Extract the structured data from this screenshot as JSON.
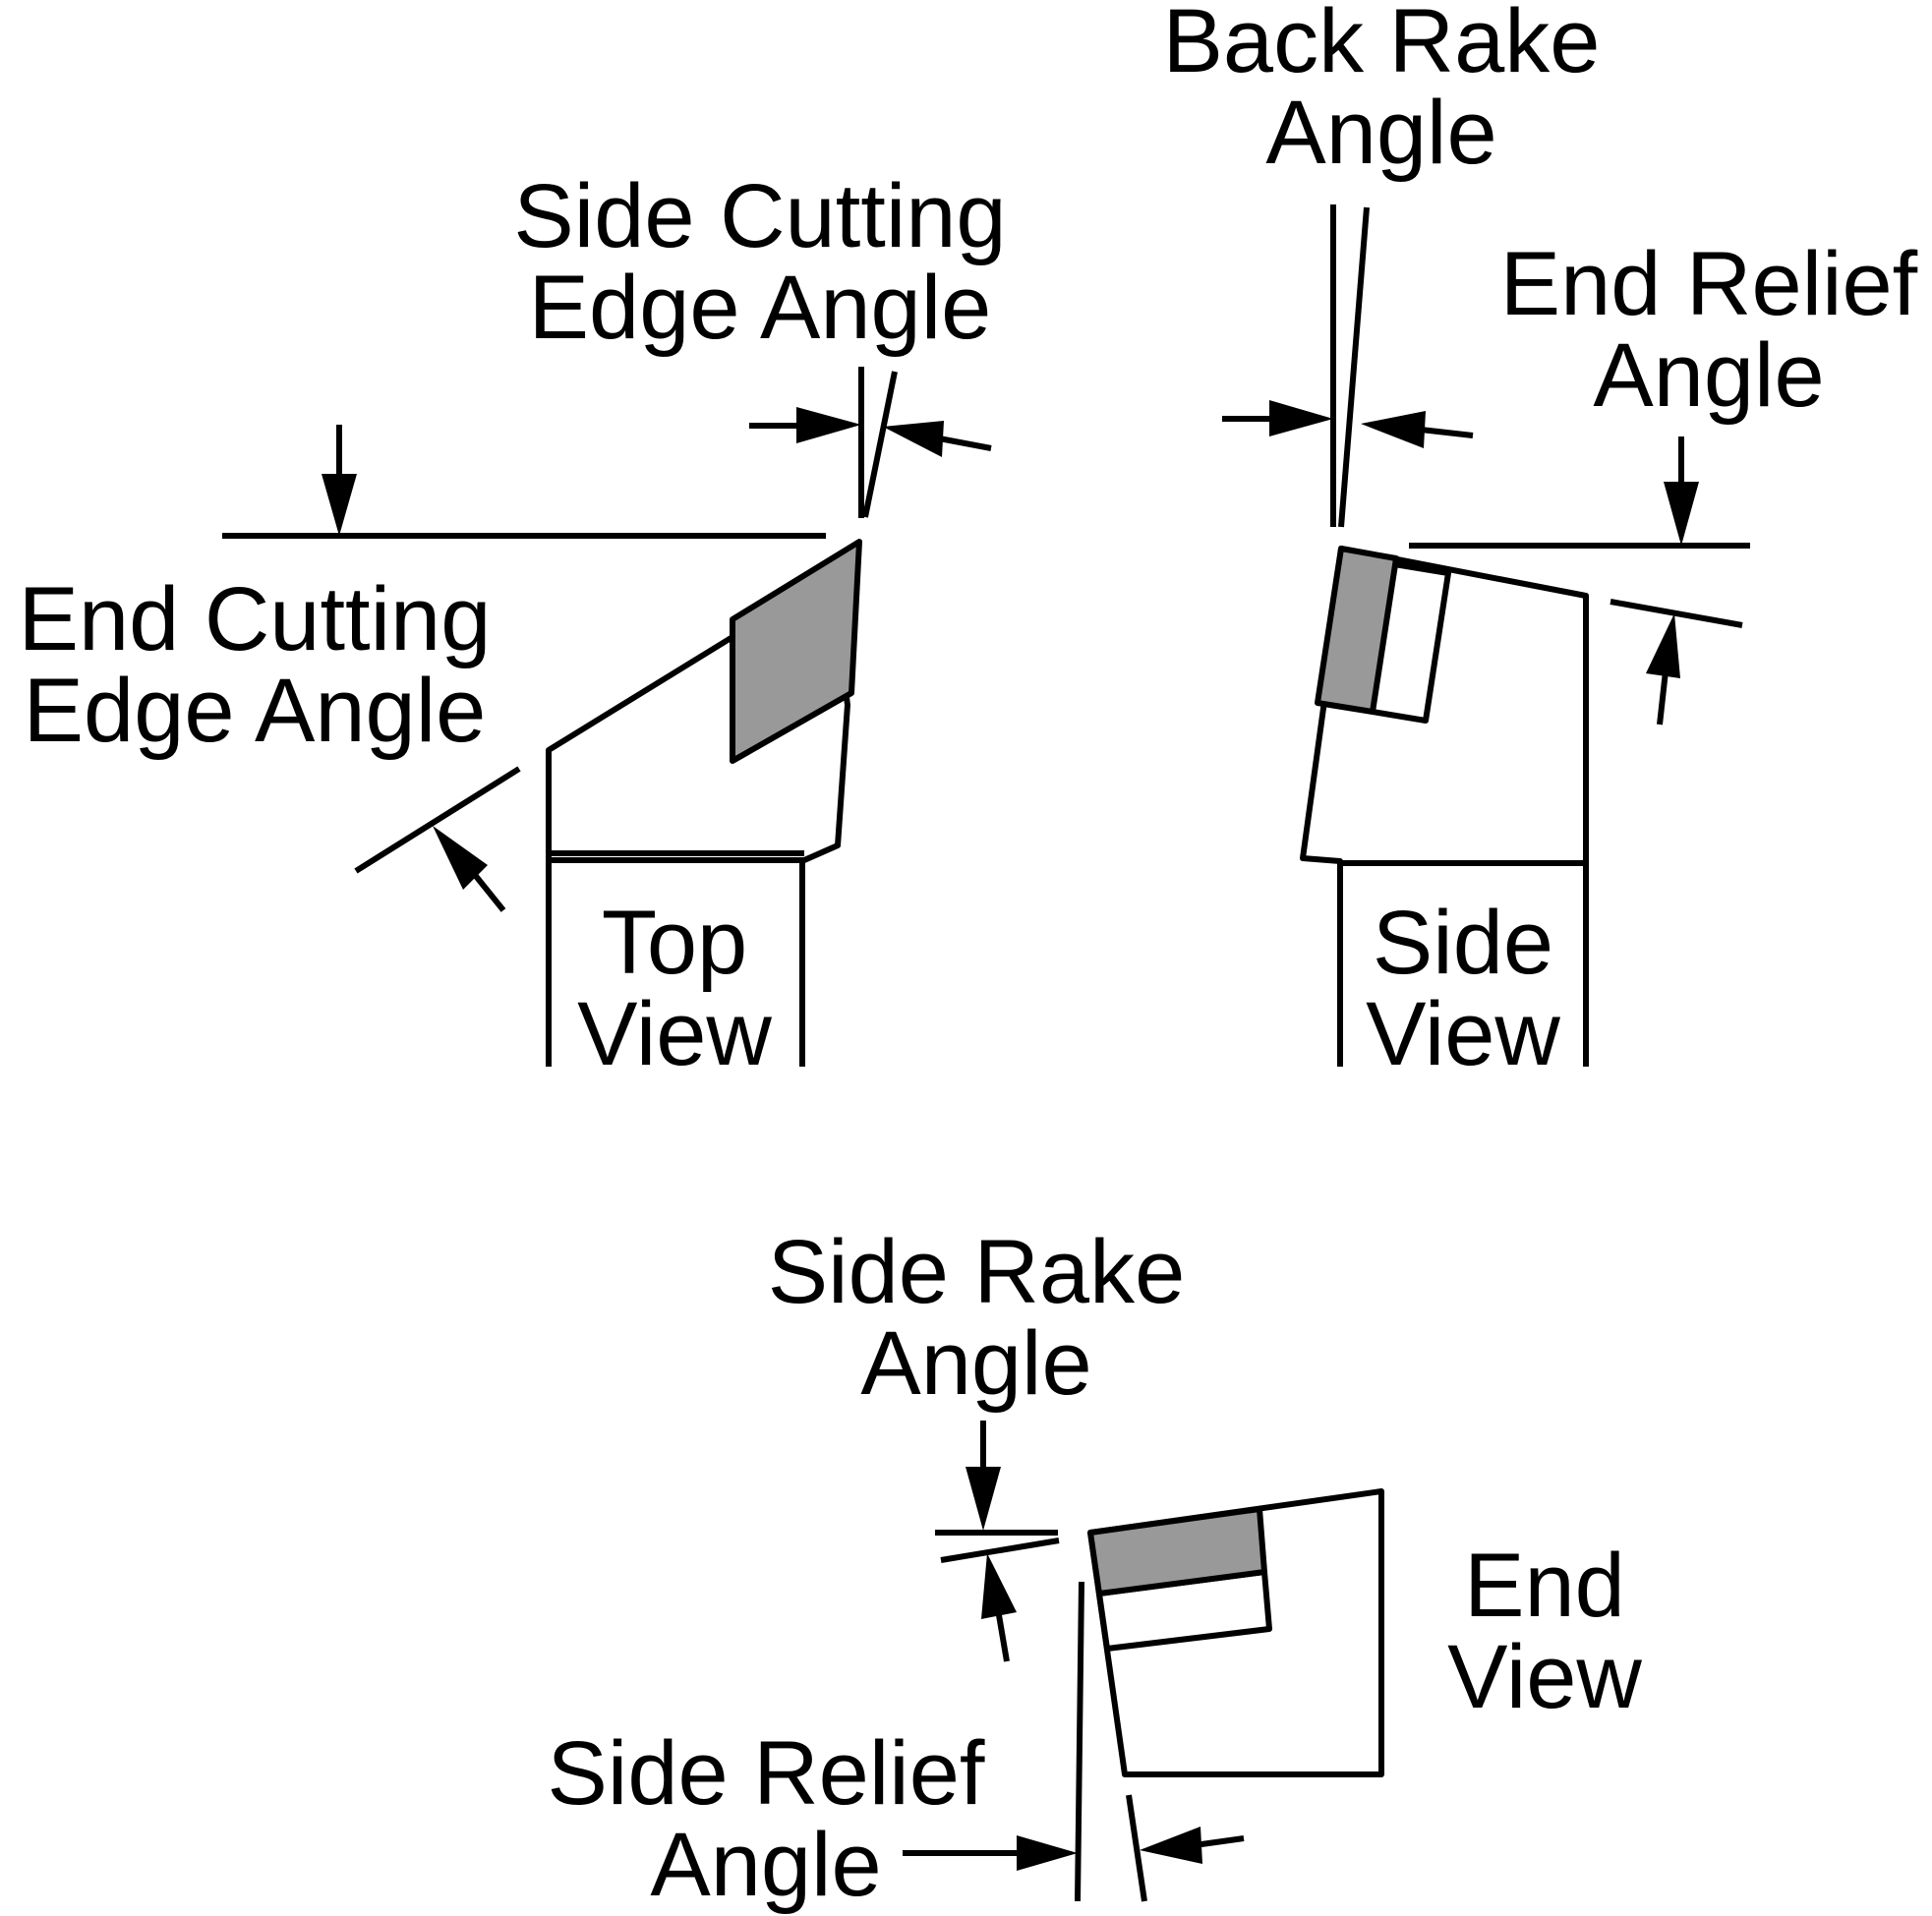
{
  "colors": {
    "line": "#000000",
    "insert_fill": "#999999",
    "background": "#ffffff"
  },
  "labels": {
    "back_rake": [
      "Back Rake",
      "Angle"
    ],
    "side_cutting_edge": [
      "Side Cutting",
      "Edge Angle"
    ],
    "end_relief": [
      "End Relief",
      "Angle"
    ],
    "end_cutting_edge": [
      "End Cutting",
      "Edge Angle"
    ],
    "top_view": [
      "Top",
      "View"
    ],
    "side_view": [
      "Side",
      "View"
    ],
    "side_rake": [
      "Side Rake",
      "Angle"
    ],
    "end_view": [
      "End",
      "View"
    ],
    "side_relief": [
      "Side Relief",
      "Angle"
    ]
  }
}
